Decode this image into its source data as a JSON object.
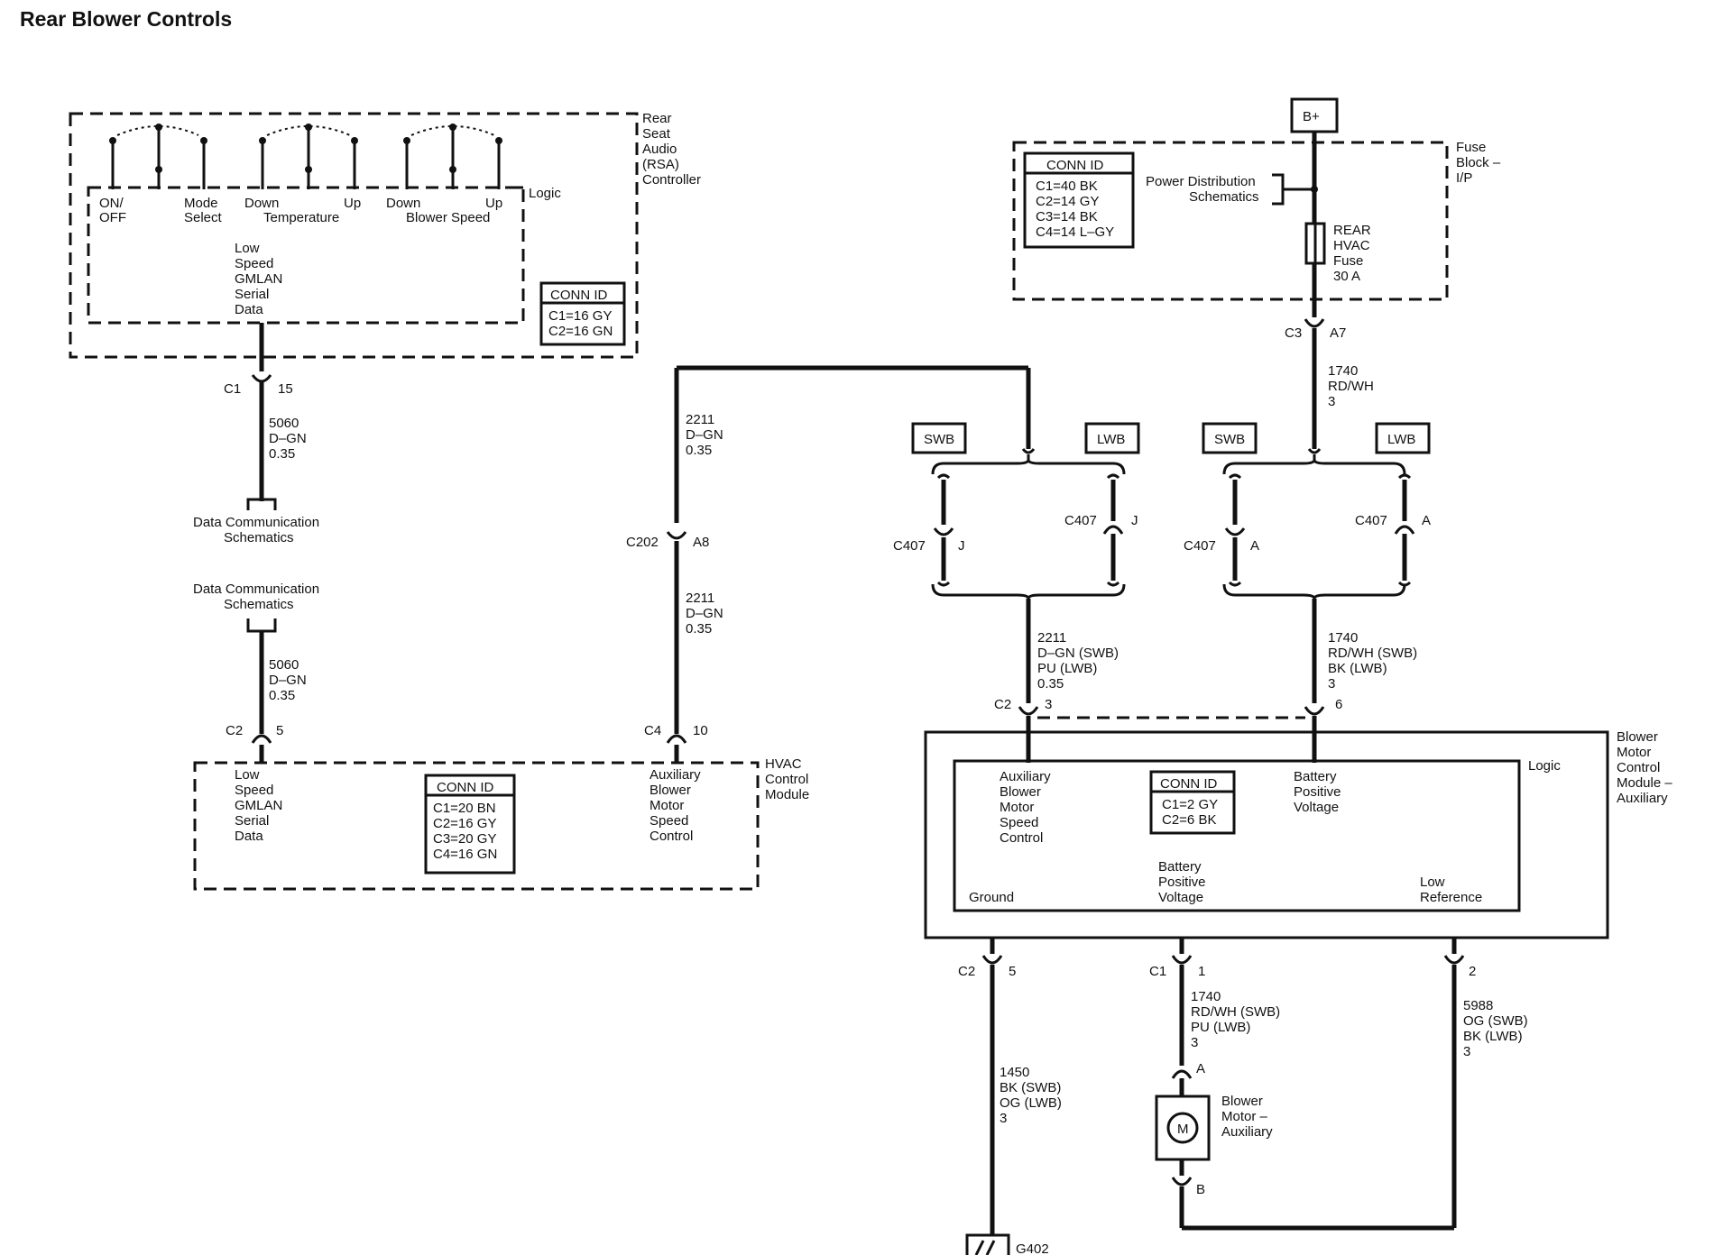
{
  "title": "Rear Blower Controls",
  "rsa": {
    "name": [
      "Rear",
      "Seat",
      "Audio",
      "(RSA)",
      "Controller"
    ],
    "logic": "Logic",
    "switch_labels": {
      "on_off": [
        "ON/",
        "OFF"
      ],
      "mode": [
        "Mode",
        "Select"
      ],
      "temp_down": "Down",
      "temp_up": "Up",
      "temperature": "Temperature",
      "blower_down": "Down",
      "blower_up": "Up",
      "blower_speed": "Blower Speed"
    },
    "gmlan": [
      "Low",
      "Speed",
      "GMLAN",
      "Serial",
      "Data"
    ],
    "conn": {
      "header": "CONN ID",
      "rows": [
        "C1=16 GY",
        "C2=16 GN"
      ]
    }
  },
  "data_comm": {
    "top": [
      "Data Communication",
      "Schematics"
    ],
    "bottom": [
      "Data Communication",
      "Schematics"
    ]
  },
  "wires": {
    "c1_15": {
      "conn": "C1",
      "pin": "15"
    },
    "w5060_top": [
      "5060",
      "D–GN",
      "0.35"
    ],
    "w5060_bot": [
      "5060",
      "D–GN",
      "0.35"
    ],
    "c2_5": {
      "conn": "C2",
      "pin": "5"
    },
    "w2211_top": [
      "2211",
      "D–GN",
      "0.35"
    ],
    "c202": {
      "conn": "C202",
      "pin": "A8"
    },
    "w2211_mid": [
      "2211",
      "D–GN",
      "0.35"
    ],
    "c4_10": {
      "conn": "C4",
      "pin": "10"
    },
    "c3_a7": {
      "conn": "C3",
      "pin": "A7"
    },
    "w1740_top": [
      "1740",
      "RD/WH",
      "3"
    ],
    "w2211_bmcm": [
      "2211",
      "D–GN (SWB)",
      "PU (LWB)",
      "0.35"
    ],
    "w1740_bmcm": [
      "1740",
      "RD/WH (SWB)",
      "BK (LWB)",
      "3"
    ],
    "c2_3": {
      "conn": "C2",
      "pin": "3"
    },
    "pin6": "6",
    "c2_5b": {
      "conn": "C2",
      "pin": "5"
    },
    "c1_1": {
      "conn": "C1",
      "pin": "1"
    },
    "pin2": "2",
    "w1450": [
      "1450",
      "BK (SWB)",
      "OG (LWB)",
      "3"
    ],
    "w1740_motor": [
      "1740",
      "RD/WH (SWB)",
      "PU (LWB)",
      "3"
    ],
    "w5988": [
      "5988",
      "OG (SWB)",
      "BK (LWB)",
      "3"
    ],
    "motor_pin_a": "A",
    "motor_pin_b": "B",
    "ground": "G402"
  },
  "c407": {
    "left_swb": "SWB",
    "left_lwb": "LWB",
    "right_swb": "SWB",
    "right_lwb": "LWB",
    "l1": {
      "conn": "C407",
      "pin": "J"
    },
    "l2": {
      "conn": "C407",
      "pin": "J"
    },
    "r1": {
      "conn": "C407",
      "pin": "A"
    },
    "r2": {
      "conn": "C407",
      "pin": "A"
    }
  },
  "hvac": {
    "name": [
      "HVAC",
      "Control",
      "Module"
    ],
    "gmlan": [
      "Low",
      "Speed",
      "GMLAN",
      "Serial",
      "Data"
    ],
    "aux": [
      "Auxiliary",
      "Blower",
      "Motor",
      "Speed",
      "Control"
    ],
    "conn": {
      "header": "CONN ID",
      "rows": [
        "C1=20 BN",
        "C2=16 GY",
        "C3=20 GY",
        "C4=16 GN"
      ]
    }
  },
  "fuse_block": {
    "bplus": "B+",
    "name": [
      "Fuse",
      "Block –",
      "I/P"
    ],
    "power_dist": [
      "Power Distribution",
      "Schematics"
    ],
    "fuse": [
      "REAR",
      "HVAC",
      "Fuse",
      "30 A"
    ],
    "conn": {
      "header": "CONN ID",
      "rows": [
        "C1=40 BK",
        "C2=14 GY",
        "C3=14 BK",
        "C4=14 L–GY"
      ]
    }
  },
  "bmcm": {
    "name": [
      "Blower",
      "Motor",
      "Control",
      "Module –",
      "Auxiliary"
    ],
    "logic": "Logic",
    "aux": [
      "Auxiliary",
      "Blower",
      "Motor",
      "Speed",
      "Control"
    ],
    "batt_top": [
      "Battery",
      "Positive",
      "Voltage"
    ],
    "batt_bot": [
      "Battery",
      "Positive",
      "Voltage"
    ],
    "ground": "Ground",
    "low_ref": [
      "Low",
      "Reference"
    ],
    "conn": {
      "header": "CONN ID",
      "rows": [
        "C1=2 GY",
        "C2=6 BK"
      ]
    }
  },
  "motor": {
    "symbol": "M",
    "name": [
      "Blower",
      "Motor –",
      "Auxiliary"
    ]
  }
}
